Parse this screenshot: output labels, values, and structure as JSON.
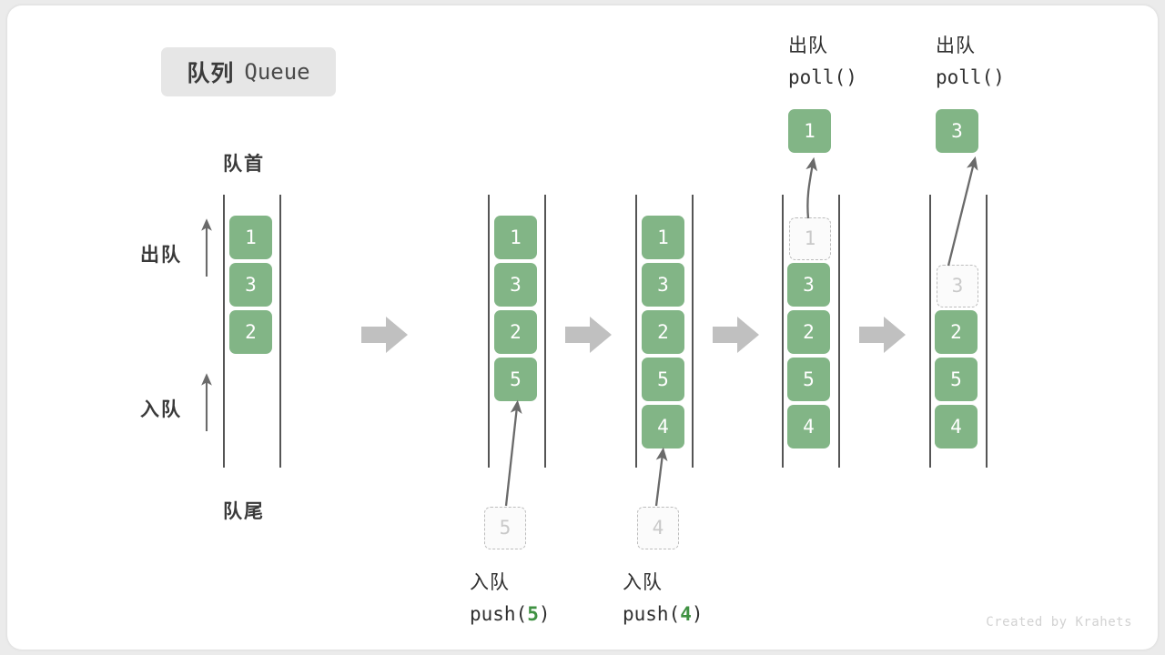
{
  "title": {
    "cn": "队列",
    "en": "Queue"
  },
  "labels": {
    "head": "队首",
    "tail": "队尾",
    "side_dequeue": "出队",
    "side_enqueue": "入队"
  },
  "watermark": "Created by Krahets",
  "colors": {
    "cell_fill": "#82b586",
    "cell_text": "#ffffff",
    "ghost_fill": "#fbfbfb",
    "ghost_border": "#bdbdbd",
    "ghost_text": "#c9c9c9",
    "rail": "#555555",
    "arrow": "#6a6a6a",
    "big_arrow": "#c0c0c0",
    "accent_number": "#3f9142",
    "badge_bg": "#e6e6e6",
    "text": "#3a3a3a",
    "watermark": "#d2d2d2",
    "page_bg": "#ebebeb",
    "card_bg": "#ffffff"
  },
  "stages": [
    {
      "name": "initial",
      "cells": [
        "1",
        "3",
        "2"
      ],
      "ghost_index": null,
      "ghost_value": null
    },
    {
      "name": "after-push-5",
      "cells": [
        "1",
        "3",
        "2",
        "5"
      ],
      "ghost_index": null,
      "ghost_value": null
    },
    {
      "name": "after-push-4",
      "cells": [
        "1",
        "3",
        "2",
        "5",
        "4"
      ],
      "ghost_index": null,
      "ghost_value": null
    },
    {
      "name": "after-poll-1",
      "cells": [
        "3",
        "2",
        "5",
        "4"
      ],
      "ghost_index": 0,
      "ghost_value": "1"
    },
    {
      "name": "after-poll-3",
      "cells": [
        "2",
        "5",
        "4"
      ],
      "ghost_index": 1,
      "ghost_value": "3"
    }
  ],
  "operations": {
    "push_5": {
      "cn": "入队",
      "code_pre": "push(",
      "value": "5",
      "code_post": ")",
      "ghost": "5"
    },
    "push_4": {
      "cn": "入队",
      "code_pre": "push(",
      "value": "4",
      "code_post": ")",
      "ghost": "4"
    },
    "poll_1": {
      "cn": "出队",
      "code": "poll()",
      "result": "1"
    },
    "poll_3": {
      "cn": "出队",
      "code": "poll()",
      "result": "3"
    }
  }
}
